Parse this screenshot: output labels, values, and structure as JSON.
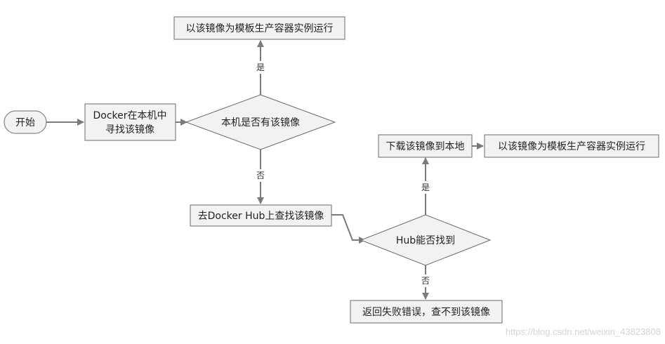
{
  "nodes": {
    "start": "开始",
    "search_local_1": "Docker在本机中",
    "search_local_2": "寻找该镜像",
    "decision_local": "本机是否有该镜像",
    "run_local": "以该镜像为模板生产容器实例运行",
    "search_hub": "去Docker Hub上查找该镜像",
    "decision_hub": "Hub能否找到",
    "download": "下载该镜像到本地",
    "run_downloaded": "以该镜像为模板生产容器实例运行",
    "fail": "返回失败错误，查不到该镜像"
  },
  "edges": {
    "local_yes": "是",
    "local_no": "否",
    "hub_yes": "是",
    "hub_no": "否"
  },
  "watermark": "https://blog.csdn.net/weixin_43823808"
}
